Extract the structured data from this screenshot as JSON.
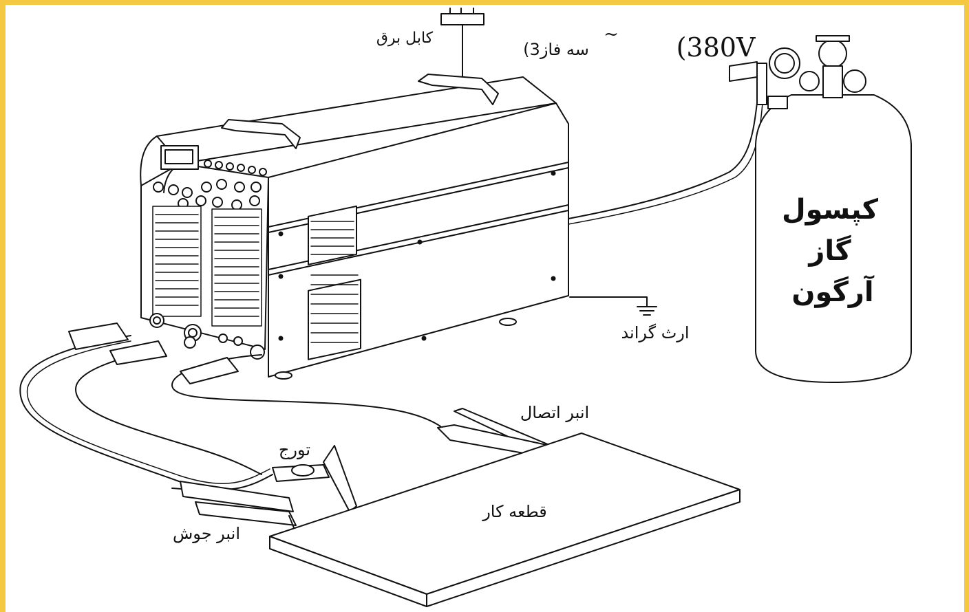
{
  "labels": {
    "power_cable": "کابل برق",
    "voltage": "(380V",
    "voltage_symbol": "~",
    "three_phase": "سه فاز3)",
    "cylinder_line1": "کپسول",
    "cylinder_line2": "گاز",
    "cylinder_line3": "آرگون",
    "ground": "ارث گراند",
    "work_clamp": "انبر اتصال",
    "torch": "تورج",
    "workpiece": "قطعه کار",
    "electrode_holder": "انبر جوش"
  },
  "colors": {
    "border": "#f5c842",
    "line": "#111111",
    "paper": "#ffffff"
  }
}
